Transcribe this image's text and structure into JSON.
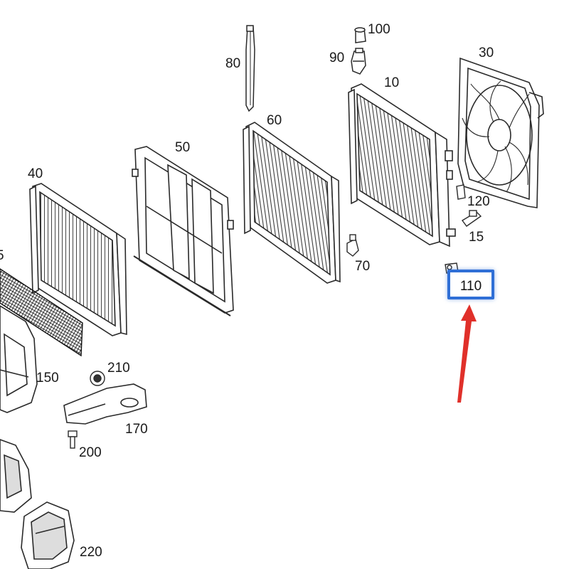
{
  "diagram": {
    "callouts": {
      "c100": "100",
      "c90": "90",
      "c80": "80",
      "c30": "30",
      "c10": "10",
      "c60": "60",
      "c50": "50",
      "c40": "40",
      "c120": "120",
      "c15": "15",
      "c70": "70",
      "c5": "5",
      "c210": "210",
      "c150": "150",
      "c170": "170",
      "c200": "200",
      "c220": "220"
    },
    "highlighted_callout": "110",
    "colors": {
      "line": "#2a2a2a",
      "highlight_box": "#2f6fd6",
      "arrow": "#e0302a"
    }
  }
}
